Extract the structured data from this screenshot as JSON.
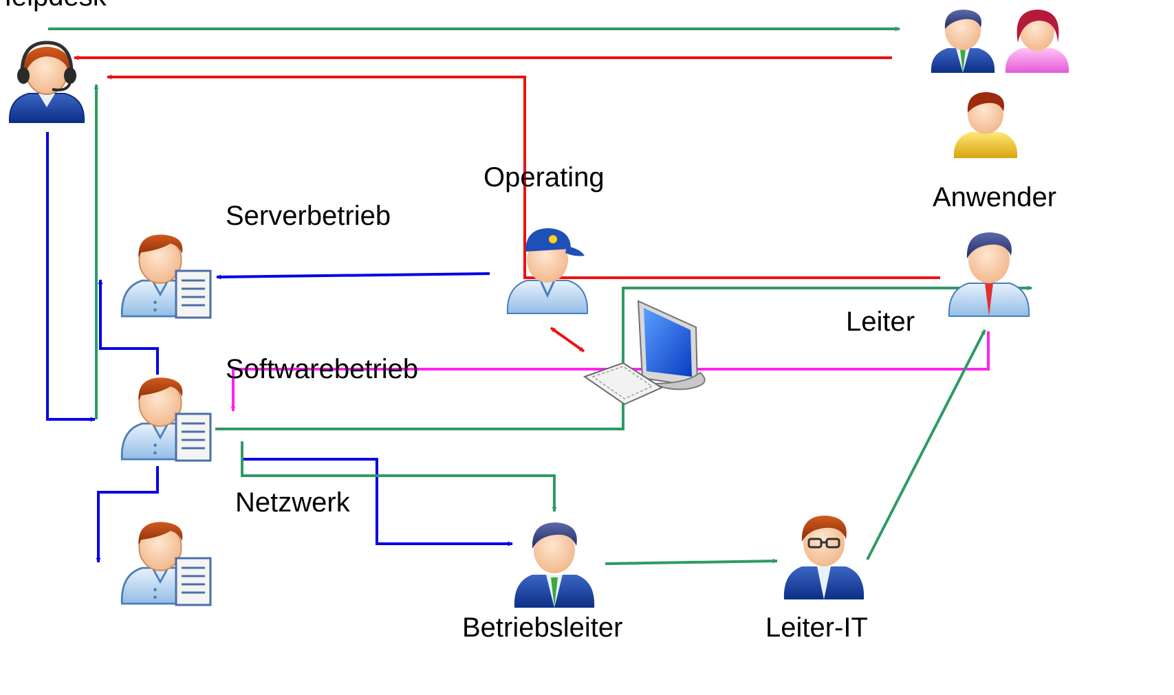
{
  "colors": {
    "blue": "#0000e6",
    "red": "#ee1111",
    "green": "#2e9a64",
    "magenta": "#ff22ee"
  },
  "labels": {
    "helpdesk": "Helpdesk",
    "anwender": "Anwender",
    "operating": "Operating",
    "serverbetrieb": "Serverbetrieb",
    "softwarebetrieb": "Softwarebetrieb",
    "netzwerk": "Netzwerk",
    "leiter": "Leiter",
    "betriebsleiter": "Betriebsleiter",
    "leiter_it": "Leiter-IT"
  },
  "icons": [
    "headset-agent-icon",
    "male-user-icon",
    "female-user-icon",
    "user-yellow-icon",
    "manager-red-tie-icon",
    "operator-cap-icon",
    "computer-workstation-icon",
    "server-admin-icon",
    "software-admin-icon",
    "network-admin-icon",
    "manager-green-tie-icon",
    "it-manager-glasses-icon"
  ]
}
